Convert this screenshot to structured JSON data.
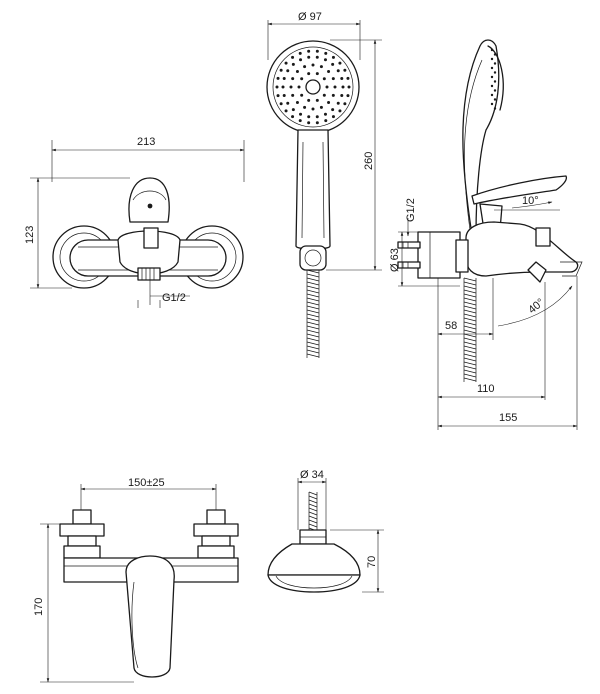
{
  "dimensions": {
    "front_width": "213",
    "front_height": "123",
    "front_outlet": "G1/2",
    "shower_diameter": "Ø 97",
    "shower_length": "260",
    "side_thread": "G1/2",
    "side_flange": "Ø 63",
    "side_spout_angle": "10°",
    "side_lever_angle": "40°",
    "side_depth_58": "58",
    "side_depth_110": "110",
    "side_depth_155": "155",
    "bottom_spacing": "150±25",
    "bottom_height": "170",
    "head_diameter": "Ø 34",
    "head_height": "70"
  }
}
